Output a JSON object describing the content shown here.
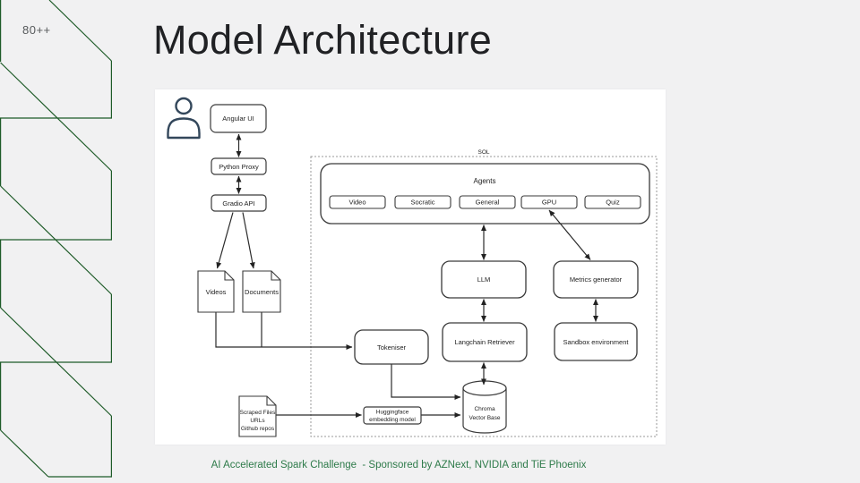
{
  "slide": {
    "badge": "80++",
    "title": "Model Architecture",
    "caption": "AI Accelerated Spark Challenge  - Sponsored by AZNext, NVIDIA and TiE Phoenix"
  },
  "colors": {
    "background": "#f1f1f2",
    "panel": "#ffffff",
    "pattern_green": "#1e5b28",
    "caption_green": "#2e7b4a",
    "title_color": "#202124",
    "diagram_stroke": "#3a3a3a",
    "person_icon": "#33475b"
  },
  "diagram": {
    "sol_label": "SOL",
    "agents_label": "Agents",
    "agent_boxes": [
      "Video",
      "Socratic",
      "General",
      "GPU",
      "Quiz"
    ],
    "nodes": {
      "angular_ui": "Angular UI",
      "python_proxy": "Python Proxy",
      "gradio_api": "Gradio API",
      "videos": "Videos",
      "documents": "Documents",
      "tokeniser": "Tokeniser",
      "llm": "LLM",
      "metrics_generator": "Metrics generator",
      "langchain_retriever": "Langchain Retriever",
      "sandbox_environment": "Sandbox environment",
      "scraped_files": [
        "Scraped Files",
        "URLs",
        "Github repos"
      ],
      "huggingface": [
        "Huggingface",
        "embedding model"
      ],
      "chroma": [
        "Chroma",
        "Vector Base"
      ]
    }
  }
}
